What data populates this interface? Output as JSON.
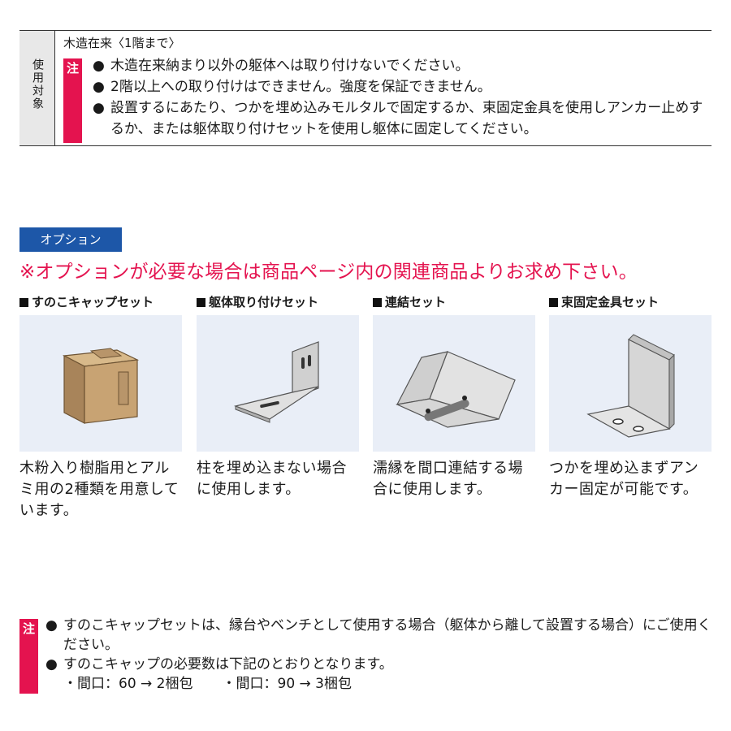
{
  "usage": {
    "label": "使用対象",
    "target": "木造在来〈1階まで〉",
    "note_mark": "注",
    "notes": [
      "木造在来納まり以外の躯体へは取り付けないでください。",
      "2階以上への取り付けはできません。強度を保証できません。",
      "設置するにあたり、つかを埋め込みモルタルで固定するか、束固定金具を使用しアンカー止めするか、または躯体取り付けセットを使用し躯体に固定してください。"
    ]
  },
  "options": {
    "header": "オプション",
    "notice": "※オプションが必要な場合は商品ページ内の関連商品よりお求め下さい。",
    "items": [
      {
        "title": "すのこキャップセット",
        "icon": "wooden-cap-icon",
        "description": "木粉入り樹脂用とアルミ用の2種類を用意しています。"
      },
      {
        "title": "躯体取り付けセット",
        "icon": "l-bracket-icon",
        "description": "柱を埋め込まない場合に使用します。"
      },
      {
        "title": "連結セット",
        "icon": "connector-plate-icon",
        "description": "濡縁を間口連結する場合に使用します。"
      },
      {
        "title": "束固定金具セット",
        "icon": "angle-bracket-icon",
        "description": "つかを埋め込まずアンカー固定が可能です。"
      }
    ]
  },
  "bottom": {
    "note_mark": "注",
    "notes": [
      "すのこキャップセットは、縁台やベンチとして使用する場合（躯体から離して設置する場合）にご使用ください。",
      "すのこキャップの必要数は下記のとおりとなります。"
    ],
    "counts": [
      "・間口：60 → 2梱包",
      "・間口：90 → 3梱包"
    ]
  },
  "colors": {
    "accent_pink": "#e4134f",
    "option_blue": "#1d57a8",
    "panel_bg": "#e9eef7"
  }
}
